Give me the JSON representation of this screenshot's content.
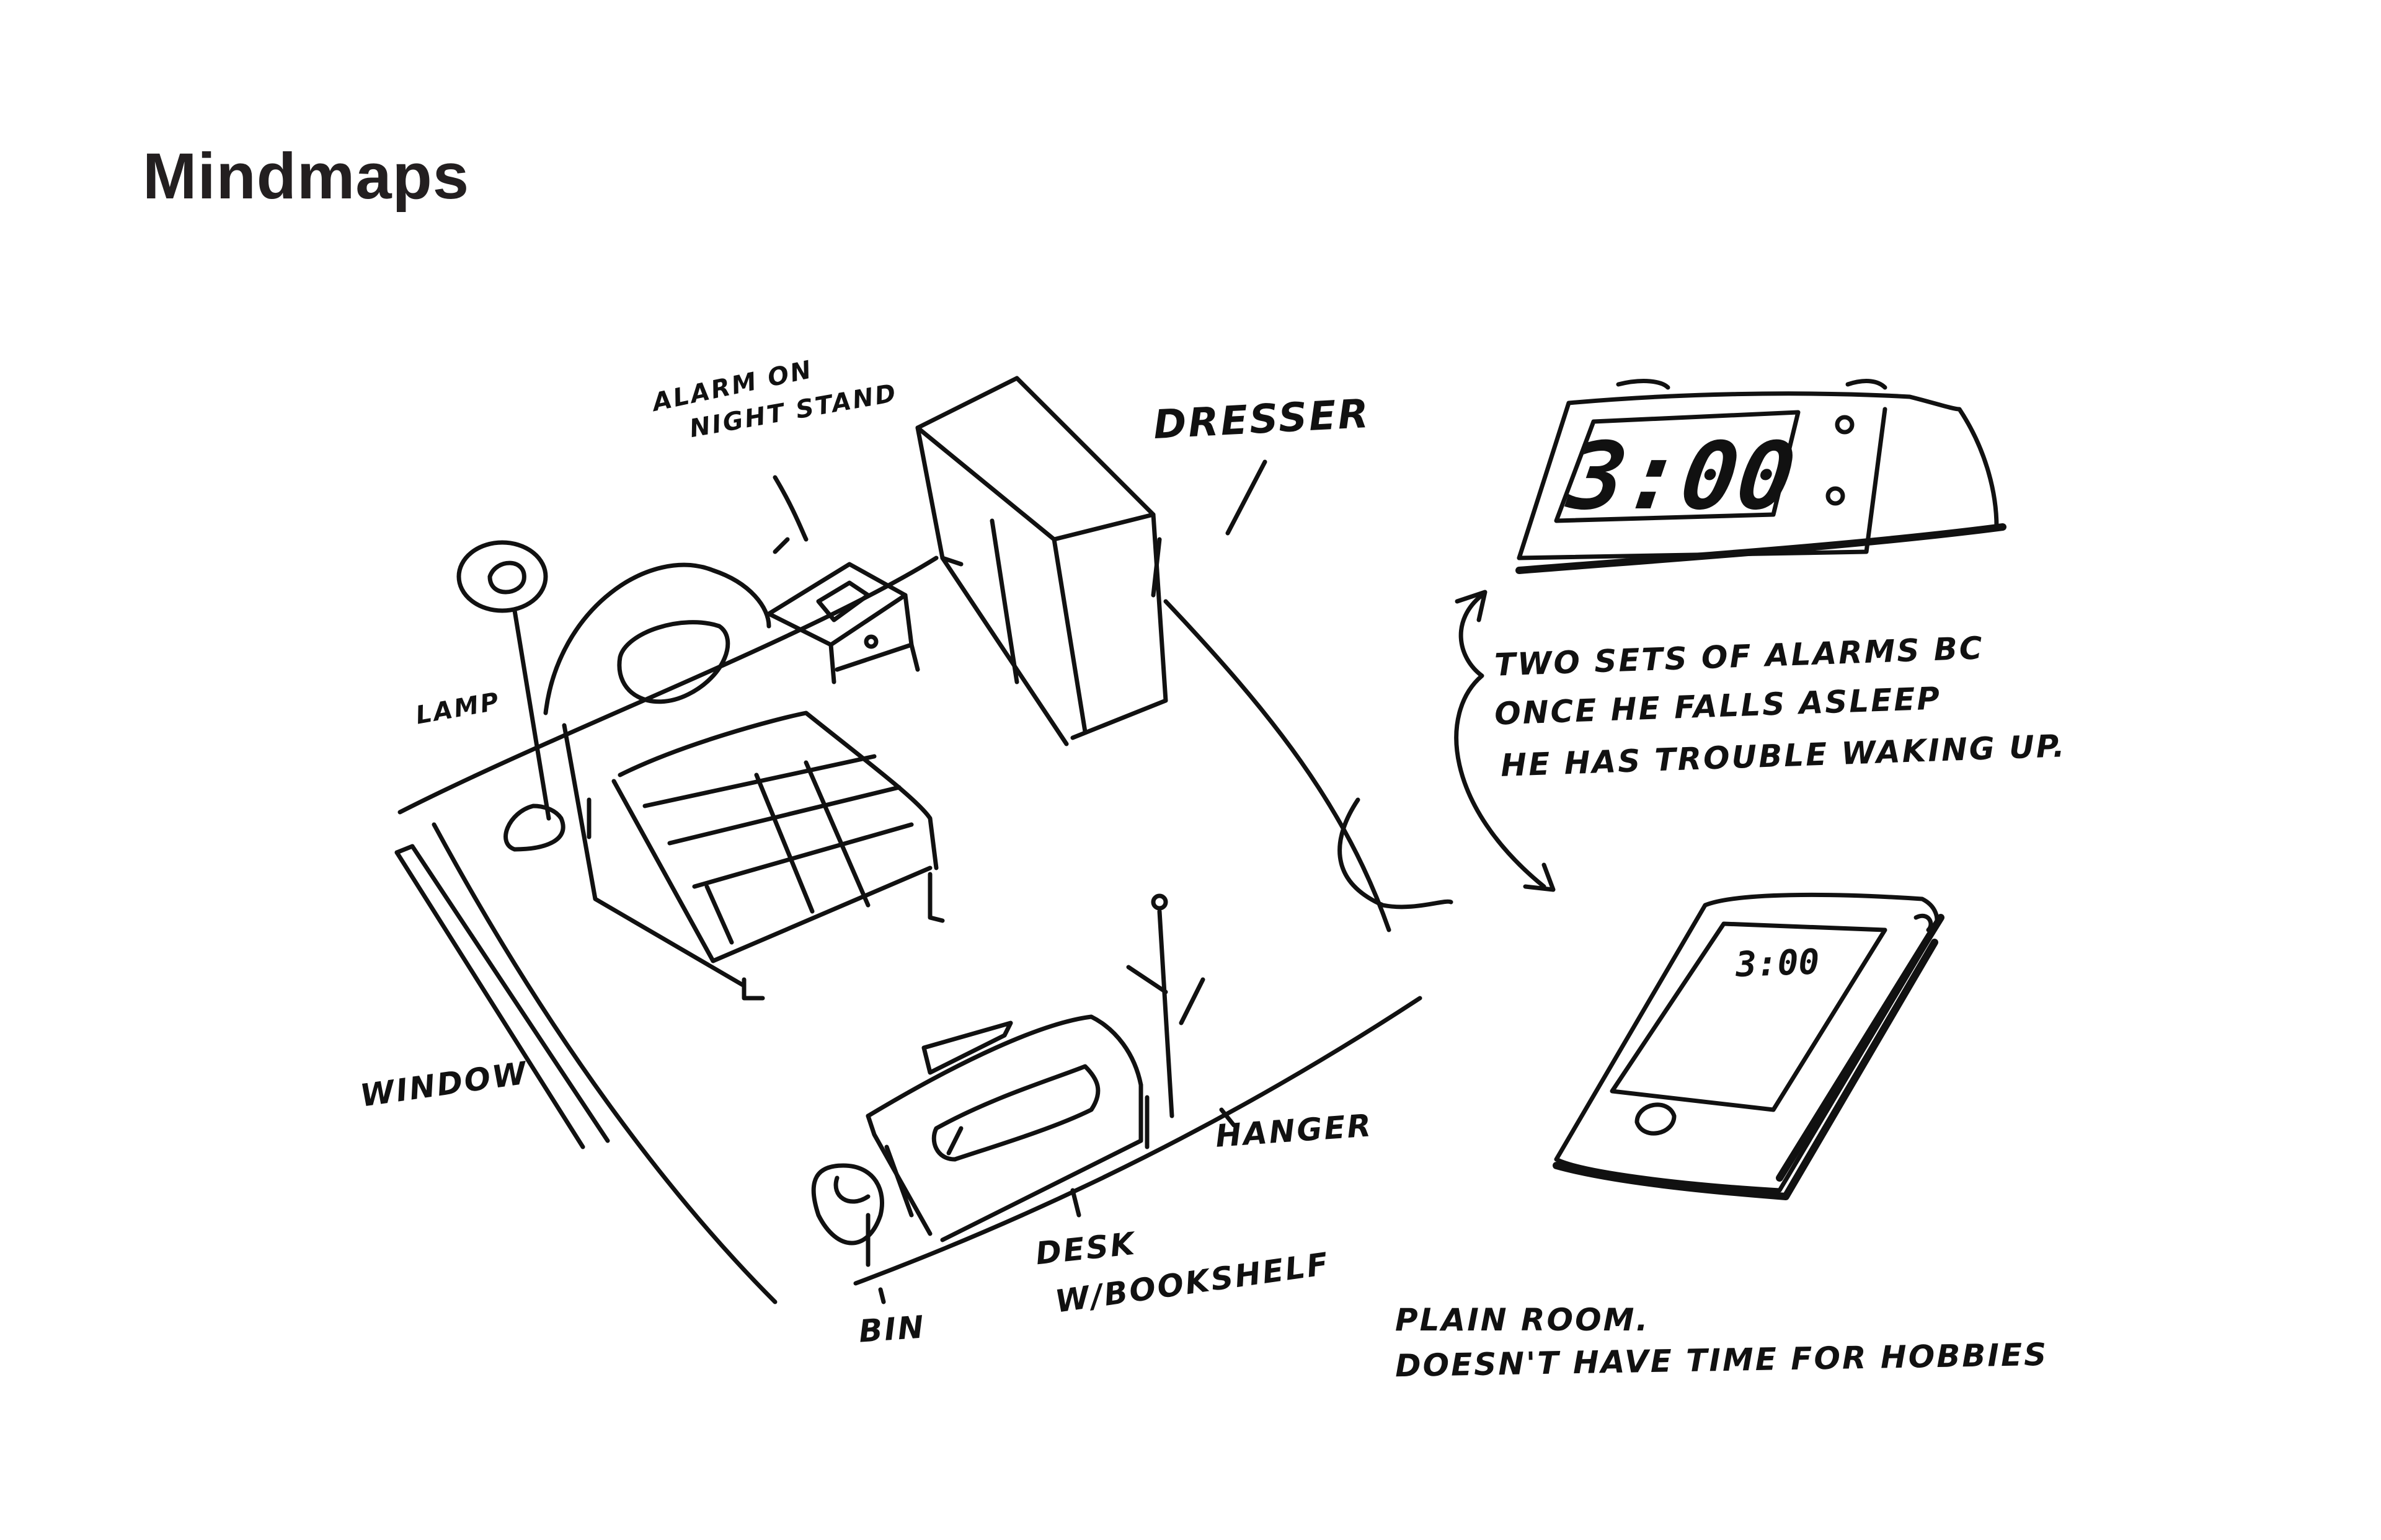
{
  "title": "Mindmaps",
  "labels": {
    "alarm_nightstand_1": "ALARM ON",
    "alarm_nightstand_2": "NIGHT STAND",
    "dresser": "DRESSER",
    "lamp": "LAMP",
    "window": "WINDOW",
    "hanger": "HANGER",
    "desk_1": "DESK",
    "desk_2": "W/BOOKSHELF",
    "bin": "BIN"
  },
  "note_alarms": {
    "line1": "TWO SETS OF ALARMS BC",
    "line2": "ONCE HE FALLS ASLEEP",
    "line3": "HE HAS TROUBLE WAKING UP."
  },
  "note_room": {
    "line1": "PLAIN ROOM.",
    "line2": "DOESN'T HAVE TIME FOR HOBBIES"
  },
  "alarm_clock_display": "3:00",
  "phone_display": "3:00"
}
